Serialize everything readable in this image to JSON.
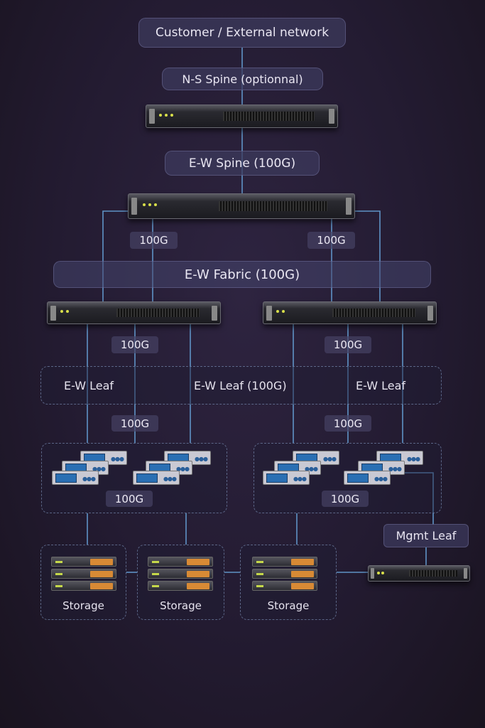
{
  "top": {
    "customer": "Customer / External network",
    "ns_spine": "N-S Spine (optionnal)",
    "ew_spine": "E-W Spine (100G)"
  },
  "fabric": {
    "label": "E-W Fabric (100G)",
    "link_left": "100G",
    "link_right": "100G"
  },
  "leaf": {
    "uplink_left": "100G",
    "uplink_right": "100G",
    "labels": [
      "E-W Leaf",
      "E-W Leaf (100G)",
      "E-W Leaf"
    ],
    "downlink_left": "100G",
    "downlink_right": "100G"
  },
  "server_groups": [
    {
      "link": "100G"
    },
    {
      "link": "100G"
    }
  ],
  "storage": [
    "Storage",
    "Storage",
    "Storage"
  ],
  "mgmt": {
    "label": "Mgmt Leaf"
  },
  "colors": {
    "link": "#5f93c6",
    "background": "#231b31"
  }
}
